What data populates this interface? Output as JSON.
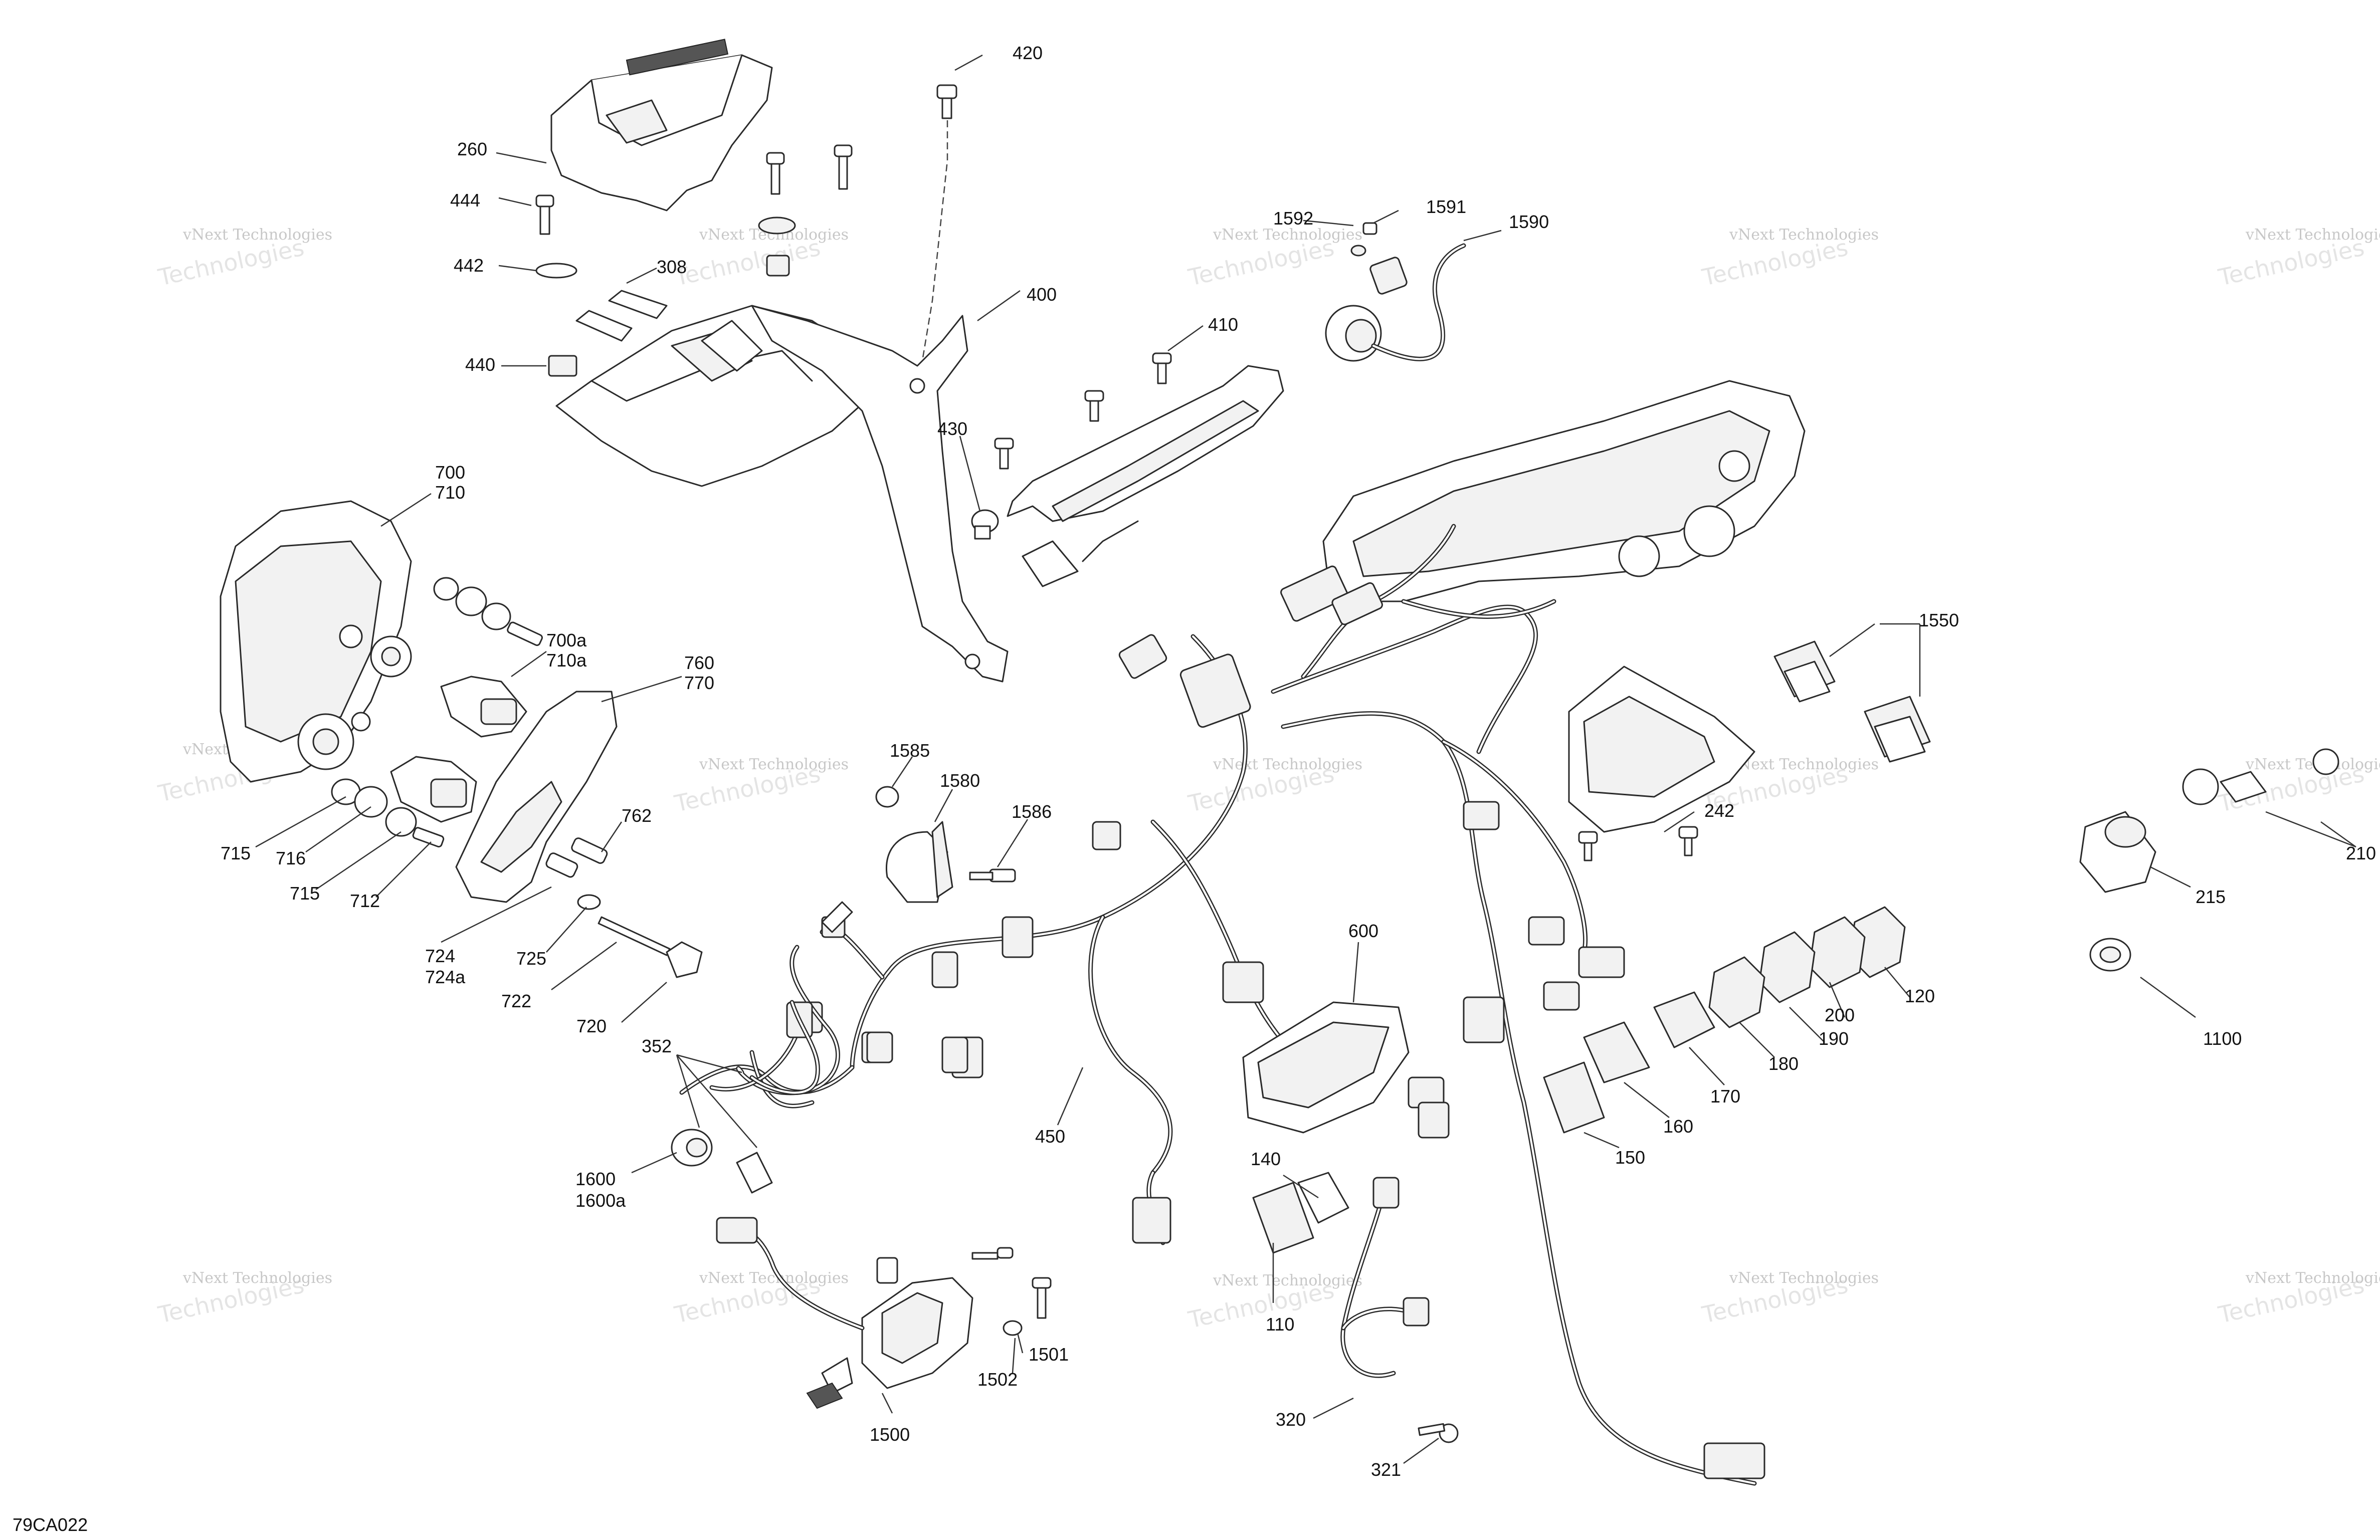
{
  "figure_code": "79CA022",
  "watermark": {
    "small": "vNext Technologies",
    "large": "Technologies",
    "brand": "vNext"
  },
  "callouts": {
    "c420": "420",
    "c260": "260",
    "c444": "444",
    "c442": "442",
    "c308": "308",
    "c440": "440",
    "c400": "400",
    "c430": "430",
    "c410": "410",
    "c1592": "1592",
    "c1591": "1591",
    "c1590": "1590",
    "c700": "700",
    "c710": "710",
    "c700a": "700a",
    "c710a": "710a",
    "c760": "760",
    "c770": "770",
    "c762": "762",
    "c715a": "715",
    "c716": "716",
    "c715b": "715",
    "c712": "712",
    "c724": "724",
    "c724a": "724a",
    "c725": "725",
    "c722": "722",
    "c720": "720",
    "c1585": "1585",
    "c1580": "1580",
    "c1586": "1586",
    "c1550": "1550",
    "c242": "242",
    "c210": "210",
    "c215": "215",
    "c1100": "1100",
    "c600": "600",
    "c352": "352",
    "c1600": "1600",
    "c1600a": "1600a",
    "c450": "450",
    "c140": "140",
    "c110": "110",
    "c120": "120",
    "c200": "200",
    "c190": "190",
    "c180": "180",
    "c170": "170",
    "c160": "160",
    "c150": "150",
    "c1501": "1501",
    "c1502": "1502",
    "c1500": "1500",
    "c320": "320",
    "c321": "321"
  }
}
